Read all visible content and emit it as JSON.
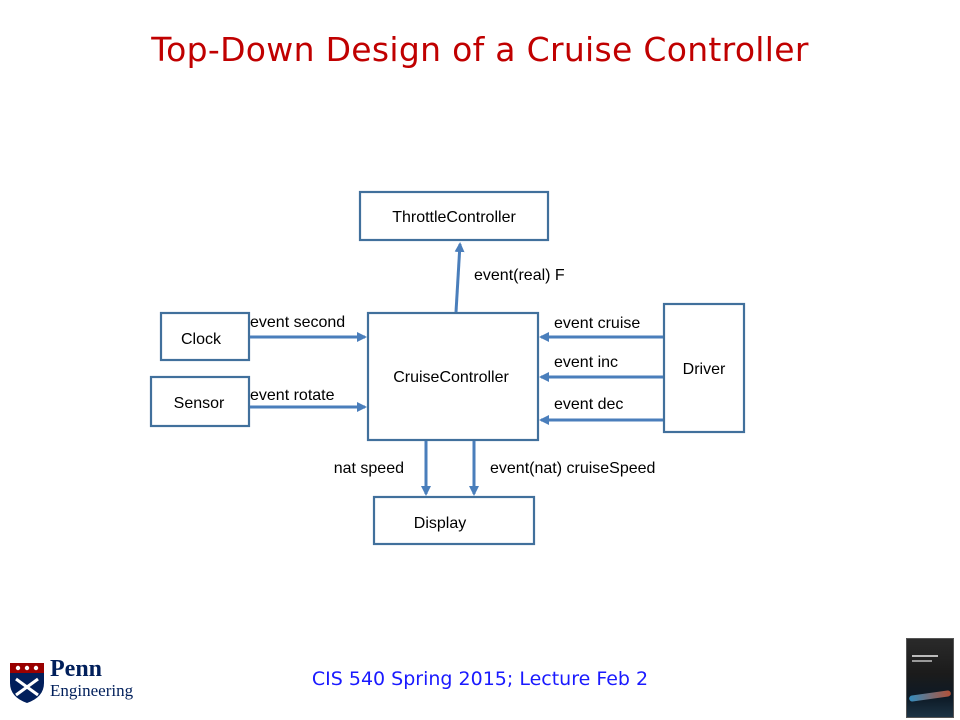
{
  "title": "Top-Down Design of a Cruise Controller",
  "blocks": {
    "throttle": "ThrottleController",
    "cruise": "CruiseController",
    "clock": "Clock",
    "sensor": "Sensor",
    "driver": "Driver",
    "display": "Display"
  },
  "events": {
    "throttle_out": "event(real) F",
    "second": "event second",
    "rotate": "event rotate",
    "cruise": "event cruise",
    "inc": "event inc",
    "dec": "event dec",
    "speed": "nat speed",
    "cruise_speed": "event(nat) cruiseSpeed"
  },
  "footer": "CIS 540 Spring 2015; Lecture Feb 2",
  "logo": {
    "name": "Penn",
    "sub": "Engineering"
  },
  "colors": {
    "title": "#c00000",
    "footer": "#1a1aff",
    "arrow": "#4a7ebb",
    "box_border": "#41709c"
  }
}
